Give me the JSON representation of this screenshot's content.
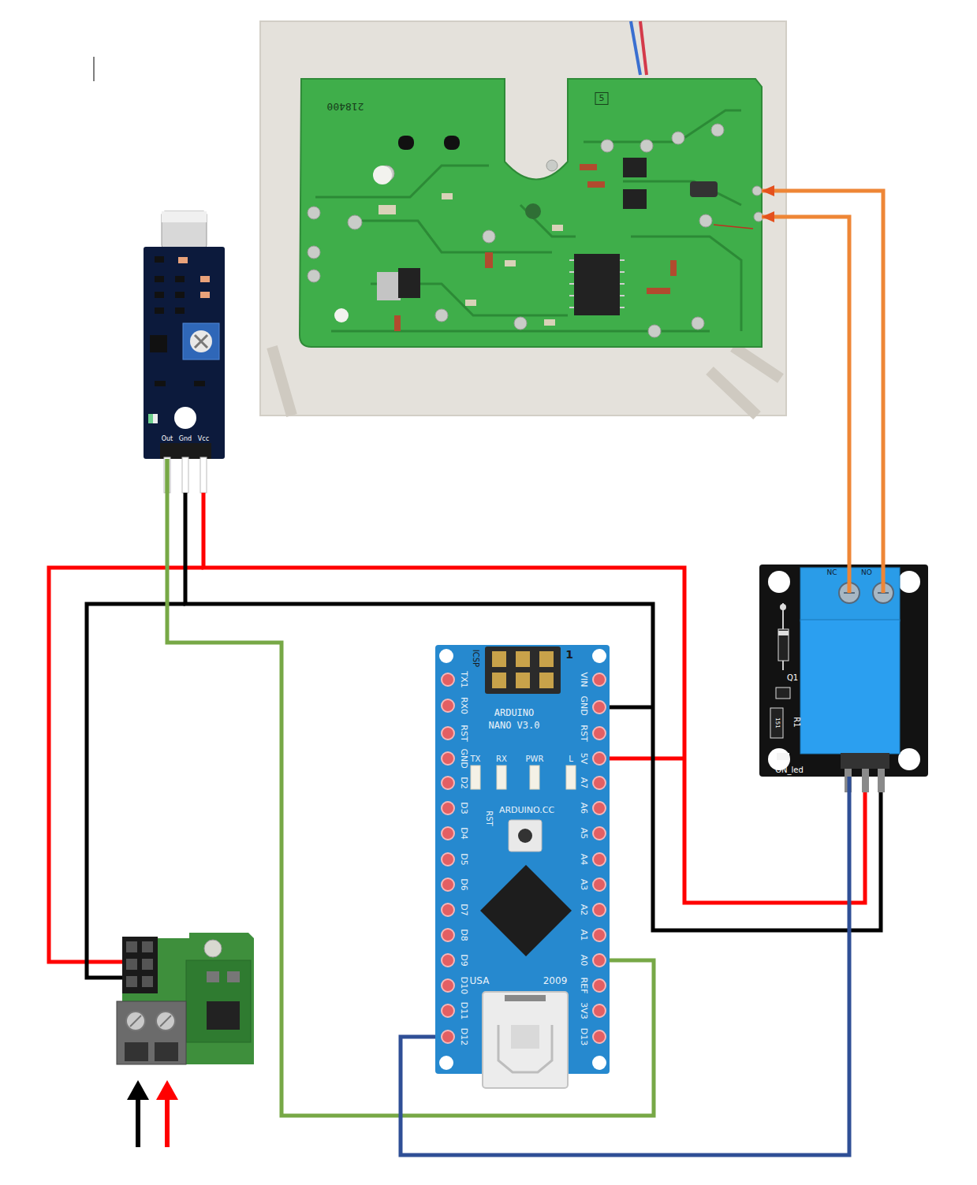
{
  "diagram": {
    "nodes": [
      {
        "text": [
          "218400",
          "5"
        ]
      },
      {
        "text": [
          "Out",
          "Gnd",
          "Vcc"
        ]
      },
      {
        "text": [
          "NC",
          "NO",
          "Q1",
          "R1",
          "151",
          "ON_led"
        ]
      },
      {
        "text": [
          "ICSP",
          "1",
          "TX1",
          "RX0",
          "RST",
          "GND",
          "D2",
          "D3",
          "D4",
          "D5",
          "D6",
          "D7",
          "D8",
          "D9",
          "D10",
          "D11",
          "D12",
          "VIN",
          "GND",
          "RST",
          "5V",
          "A7",
          "A6",
          "A5",
          "A4",
          "A3",
          "A2",
          "A1",
          "A0",
          "REF",
          "3V3",
          "D13",
          "ARDUINO NANO V3.0",
          "TX",
          "RX",
          "PWR",
          "L",
          "RST",
          "ARDUINO.CC",
          "USA",
          "2009"
        ]
      }
    ],
    "edges": [
      {
        "from": 1,
        "to": 3,
        "arrow": "none"
      },
      {
        "from": 3,
        "to": 2,
        "arrow": "none"
      },
      {
        "from": 2,
        "to": 0,
        "arrow": "to"
      },
      {
        "from": 2,
        "to": 0,
        "arrow": "to"
      }
    ]
  }
}
